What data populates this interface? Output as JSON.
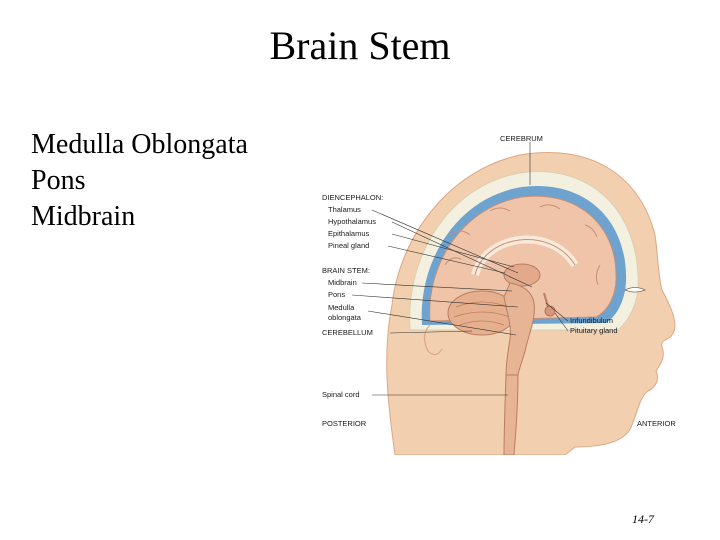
{
  "slide": {
    "title": "Brain Stem",
    "bullets": [
      "Medulla Oblongata",
      "Pons",
      "Midbrain"
    ],
    "number": "14-7"
  },
  "figure": {
    "labels": {
      "cerebrum": "CEREBRUM",
      "diencephalon": "DIENCEPHALON:",
      "thalamus": "Thalamus",
      "hypothalamus": "Hypothalamus",
      "epithalamus": "Epithalamus",
      "pineal_gland": "Pineal gland",
      "brain_stem": "BRAIN STEM:",
      "midbrain": "Midbrain",
      "pons": "Pons",
      "medulla_line1": "Medulla",
      "medulla_line2": "oblongata",
      "cerebellum": "CEREBELLUM",
      "infundibulum": "Infundibulum",
      "pituitary_gland": "Pituitary gland",
      "spinal_cord": "Spinal cord",
      "posterior": "POSTERIOR",
      "anterior": "ANTERIOR"
    },
    "colors": {
      "skin": "#f2cfae",
      "skin_shadow": "#dca886",
      "skull": "#f4f0df",
      "meninges": "#6ea3cf",
      "brain": "#efc4a8",
      "brain_fold": "#c98f75",
      "cerebellum": "#e6b08f",
      "stem": "#e8b496",
      "leader_line": "#333333"
    }
  }
}
